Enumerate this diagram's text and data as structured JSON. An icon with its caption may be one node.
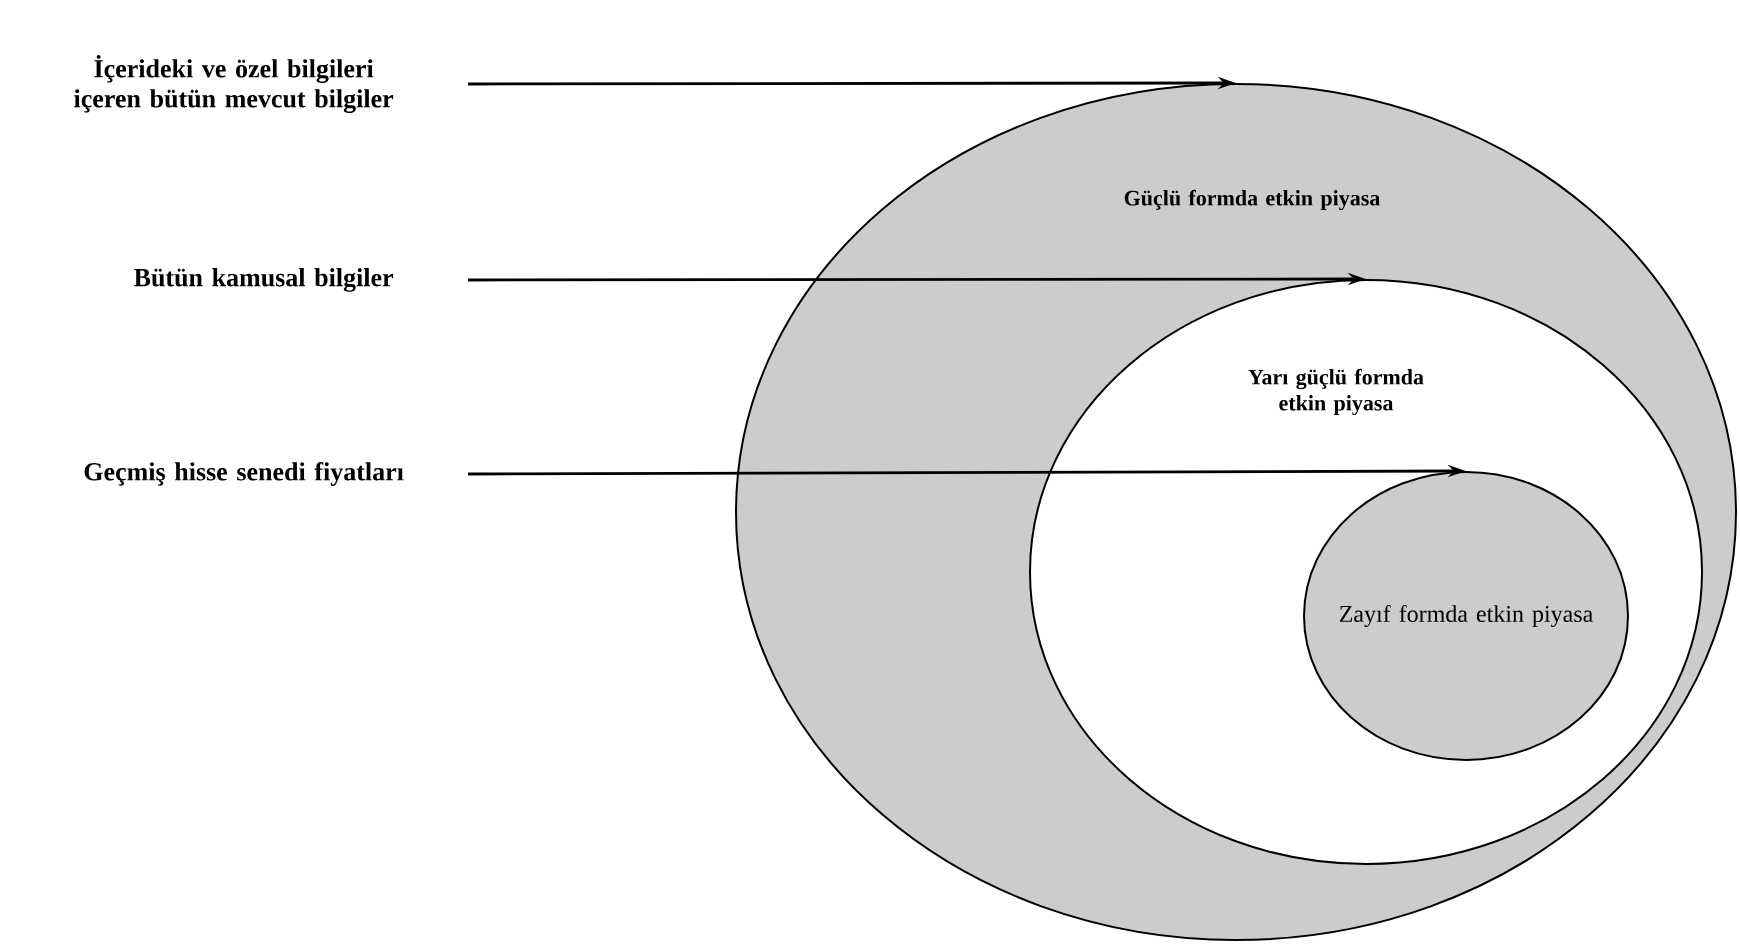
{
  "diagram": {
    "nodes": [
      {
        "text": [
          "Güçlü formda etkin piyasa"
        ]
      },
      {
        "text": [
          "Yarı güçlü formda etkin piyasa"
        ],
        "in": 0
      },
      {
        "text": [
          "Zayıf formda etkin piyasa"
        ],
        "in": 1
      },
      {
        "text": [
          "İçerideki ve özel bilgileri içeren bütün mevcut bilgiler"
        ]
      },
      {
        "text": [
          "Bütün kamusal bilgiler"
        ]
      },
      {
        "text": [
          "Geçmiş hisse senedi fiyatları"
        ]
      }
    ],
    "edges": [
      {
        "from": 3,
        "to": 0,
        "arrow": "to"
      },
      {
        "from": 4,
        "to": 1,
        "arrow": "to"
      },
      {
        "from": 5,
        "to": 2,
        "arrow": "to"
      }
    ]
  }
}
